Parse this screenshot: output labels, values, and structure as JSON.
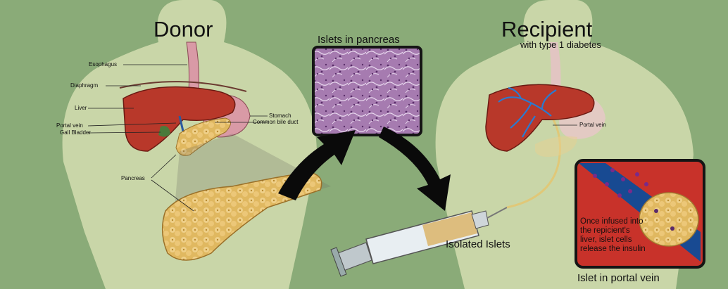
{
  "titles": {
    "donor": "Donor",
    "recipient": "Recipient",
    "recipient_sub": "with type 1 diabetes"
  },
  "donor_labels": {
    "esophagus": "Esophagus",
    "diaphragm": "Diaphragm",
    "liver": "Liver",
    "portal_vein": "Portal vein",
    "gall_bladder": "Gall Bladder",
    "stomach": "Stomach",
    "common_bile_duct": "Common bile duct",
    "pancreas": "Pancreas"
  },
  "panels": {
    "islets_in_pancreas": "Islets in pancreas",
    "isolated_islets": "Isolated Islets",
    "islet_in_portal_vein": "Islet in portal vein"
  },
  "recipient_labels": {
    "portal_vein": "Portal vein"
  },
  "inset_note": "Once infused into the repicient's liver, islet cells release the insulin",
  "colors": {
    "background": "#8aab78",
    "body_silhouette": "#c9d6a8",
    "liver": "#b8382a",
    "pancreas": "#e0b860",
    "stomach": "#d99aa6",
    "histology": "#a67bb0",
    "vein_blue": "#2a7ad0",
    "inset_red": "#c8322a",
    "arrow": "#0a0a0a"
  }
}
